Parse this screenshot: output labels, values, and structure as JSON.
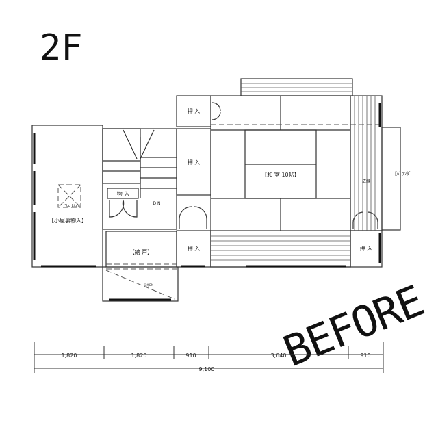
{
  "floor_label": "2F",
  "stamp": "BEFORE",
  "rooms": {
    "attic_storage": "【小屋裏物入】",
    "top_light": "Top Light",
    "storage_small": "物 入",
    "down": "D N",
    "storeroom": "【納 戸】",
    "closet": "押 入",
    "japanese_room": "【和 室 10帖】",
    "wide_corridor": "広縁",
    "veranda": "【ﾍﾞﾗﾝﾀﾞ",
    "ceiling_dn": "天井DN"
  },
  "dimensions": {
    "segments": [
      "1,820",
      "1,820",
      "910",
      "3,640",
      "910"
    ],
    "total": "9,100"
  }
}
